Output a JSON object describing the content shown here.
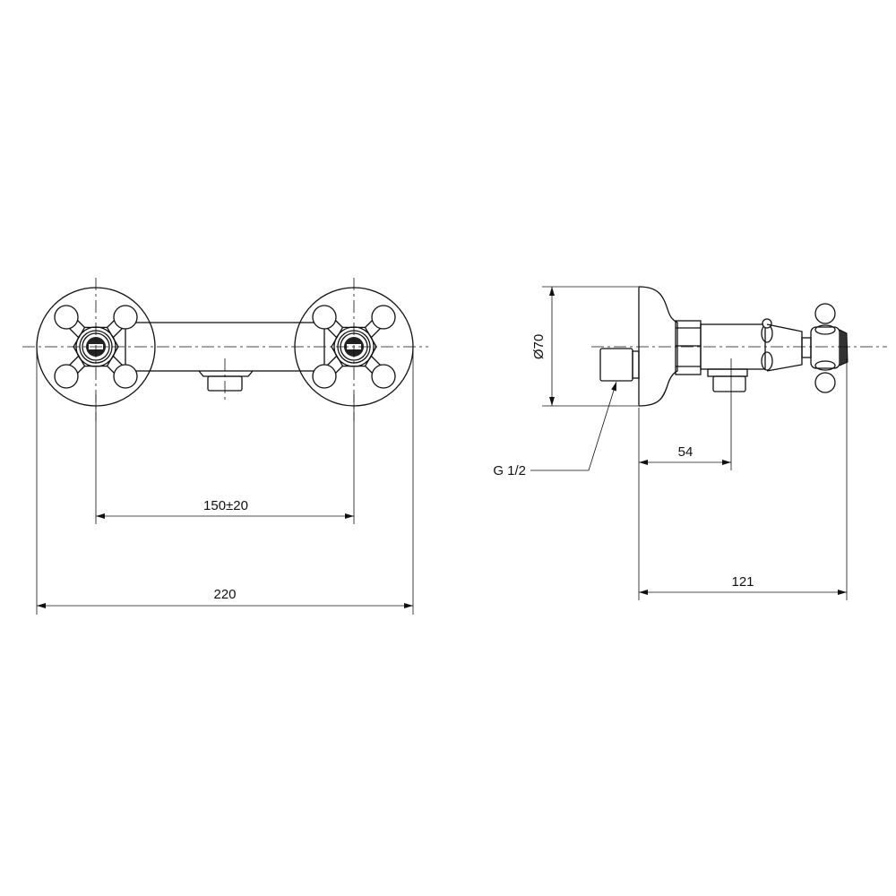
{
  "front_view": {
    "dim_centers": "150±20",
    "dim_width": "220"
  },
  "side_view": {
    "dim_diameter": "Ø70",
    "dim_outlet": "54",
    "dim_depth": "121",
    "thread_label": "G 1/2"
  }
}
